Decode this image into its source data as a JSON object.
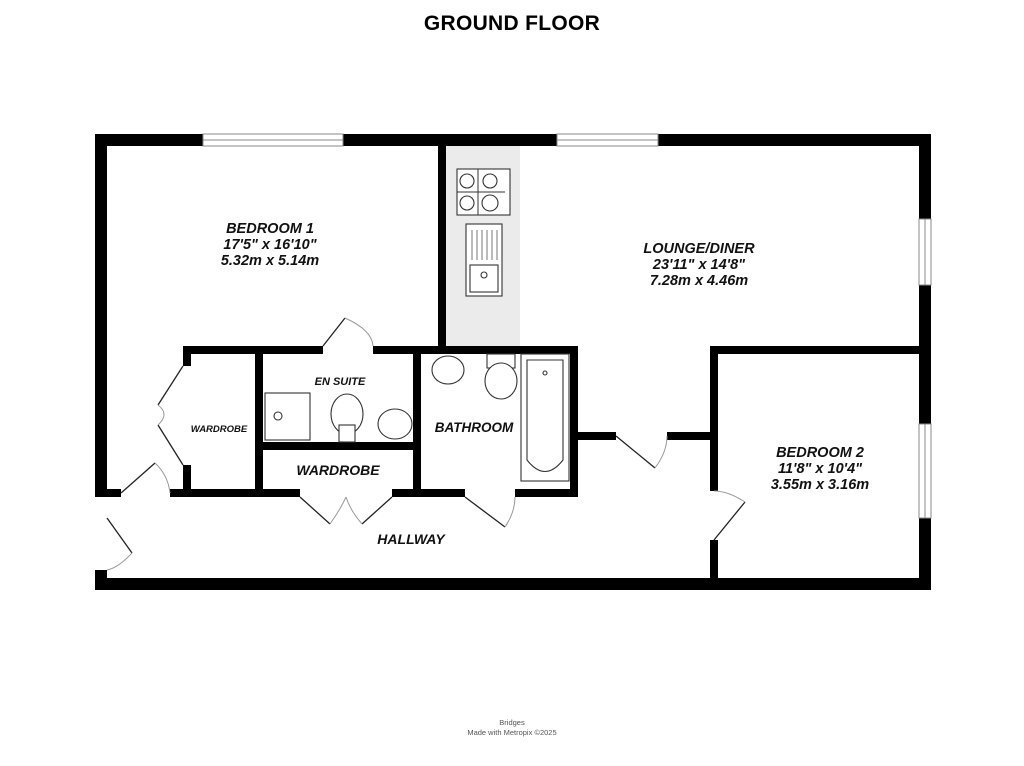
{
  "plan": {
    "title": "GROUND FLOOR",
    "rooms": [
      {
        "id": "bedroom1",
        "name": "BEDROOM 1",
        "imperial": "17'5\"  x 16'10\"",
        "metric": "5.32m  x 5.14m"
      },
      {
        "id": "lounge",
        "name": "LOUNGE/DINER",
        "imperial": "23'11\"  x 14'8\"",
        "metric": "7.28m  x 4.46m"
      },
      {
        "id": "bedroom2",
        "name": "BEDROOM 2",
        "imperial": "11'8\"  x 10'4\"",
        "metric": "3.55m  x 3.16m"
      },
      {
        "id": "ensuite",
        "name": "EN SUITE"
      },
      {
        "id": "bathroom",
        "name": "BATHROOM"
      },
      {
        "id": "wardrobe_small",
        "name": "WARDROBE"
      },
      {
        "id": "wardrobe",
        "name": "WARDROBE"
      },
      {
        "id": "hallway",
        "name": "HALLWAY"
      }
    ],
    "kitchen_fill": "#ebebeb",
    "wall_color": "#000000"
  },
  "footer": {
    "line1": "Bridges",
    "line2": "Made with Metropix ©2025"
  }
}
